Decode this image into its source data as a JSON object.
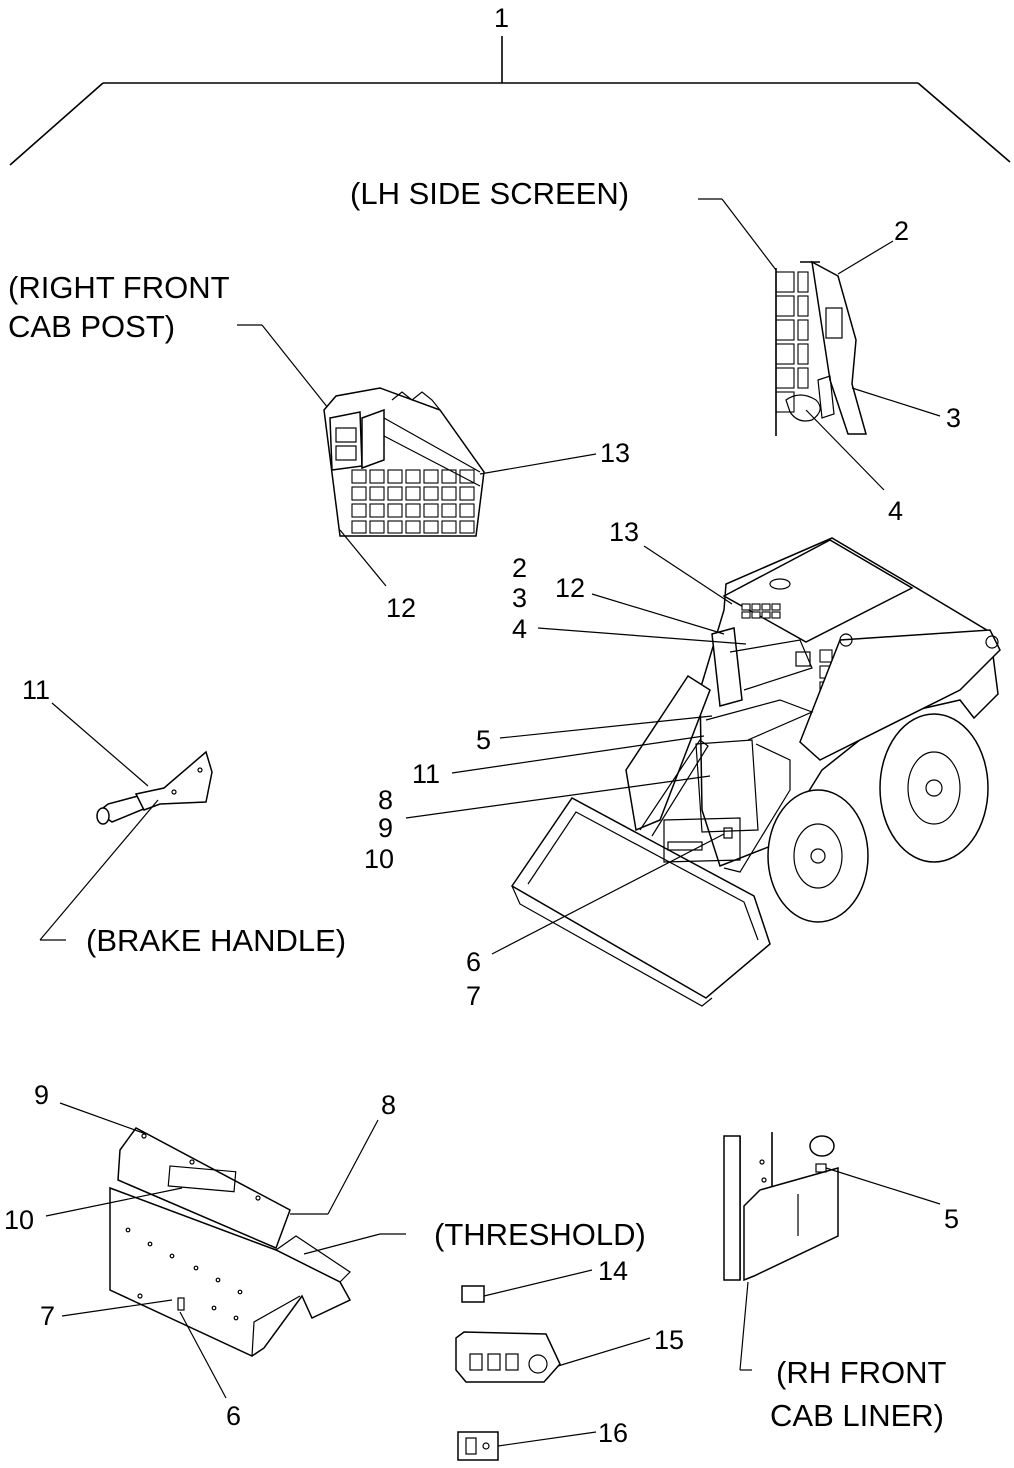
{
  "callouts": {
    "c1": "1",
    "c2": "2",
    "c3": "3",
    "c4": "4",
    "c5": "5",
    "c6": "6",
    "c7": "7",
    "c8": "8",
    "c9": "9",
    "c10": "10",
    "c11": "11",
    "c12": "12",
    "c13": "13",
    "c14": "14",
    "c15": "15",
    "c16": "16"
  },
  "captions": {
    "lh_side_screen": "(LH SIDE SCREEN)",
    "right_front_cab_post_1": "(RIGHT FRONT",
    "right_front_cab_post_2": "CAB POST)",
    "brake_handle": "(BRAKE HANDLE)",
    "threshold": "(THRESHOLD)",
    "rh_front_cab_liner_1": "(RH FRONT",
    "rh_front_cab_liner_2": "CAB LINER)"
  }
}
